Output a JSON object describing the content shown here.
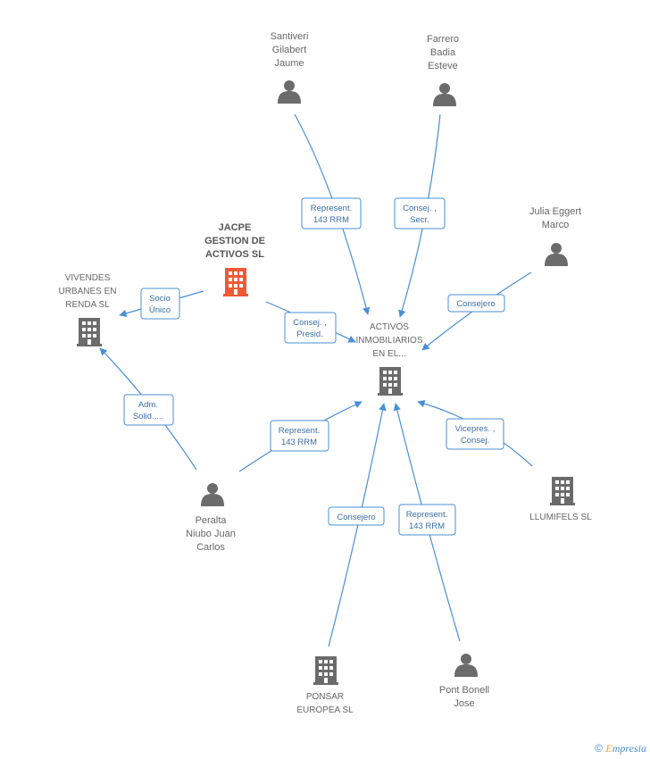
{
  "nodes": {
    "santiveri": {
      "label": [
        "Santiveri",
        "Gilabert",
        "Jaume"
      ],
      "kind": "person"
    },
    "farrero": {
      "label": [
        "Farrero",
        "Badia",
        "Esteve"
      ],
      "kind": "person"
    },
    "julia": {
      "label": [
        "Julia Eggert",
        "Marco"
      ],
      "kind": "person"
    },
    "jacpe": {
      "label": [
        "JACPE",
        "GESTION DE",
        "ACTIVOS SL"
      ],
      "kind": "company-highlight"
    },
    "vivendes": {
      "label": [
        "VIVENDES",
        "URBANES EN",
        "RENDA SL"
      ],
      "kind": "company"
    },
    "activos": {
      "label": [
        "ACTIVOS",
        "INMOBILIARIOS",
        "EN EL..."
      ],
      "kind": "company"
    },
    "peralta": {
      "label": [
        "Peralta",
        "Niubo Juan",
        "Carlos"
      ],
      "kind": "person"
    },
    "llumifels": {
      "label": [
        "LLUMIFELS  SL"
      ],
      "kind": "company"
    },
    "ponsar": {
      "label": [
        "PONSAR",
        "EUROPEA  SL"
      ],
      "kind": "company"
    },
    "pont": {
      "label": [
        "Pont Bonell",
        "Jose"
      ],
      "kind": "person"
    }
  },
  "edges": {
    "santiveri_activos": [
      "Represent.",
      "143 RRM"
    ],
    "farrero_activos": [
      "Consej. ,",
      "Secr."
    ],
    "julia_activos": [
      "Consejero"
    ],
    "jacpe_vivendes": [
      "Socio",
      "Único"
    ],
    "jacpe_activos": [
      "Consej. ,",
      "Presid."
    ],
    "peralta_vivendes": [
      "Adm.",
      "Solid.,..."
    ],
    "peralta_activos": [
      "Represent.",
      "143 RRM"
    ],
    "llumifels_activos": [
      "Vicepres. ,",
      "Consej."
    ],
    "ponsar_activos": [
      "Consejero"
    ],
    "pont_activos": [
      "Represent.",
      "143 RRM"
    ]
  },
  "footer": {
    "copyright": "©",
    "brand_initial": "E",
    "brand_rest": "mpresia"
  },
  "colors": {
    "edge": "#4a8fd6",
    "icon": "#6b6b6b",
    "highlight": "#ee5a36"
  }
}
